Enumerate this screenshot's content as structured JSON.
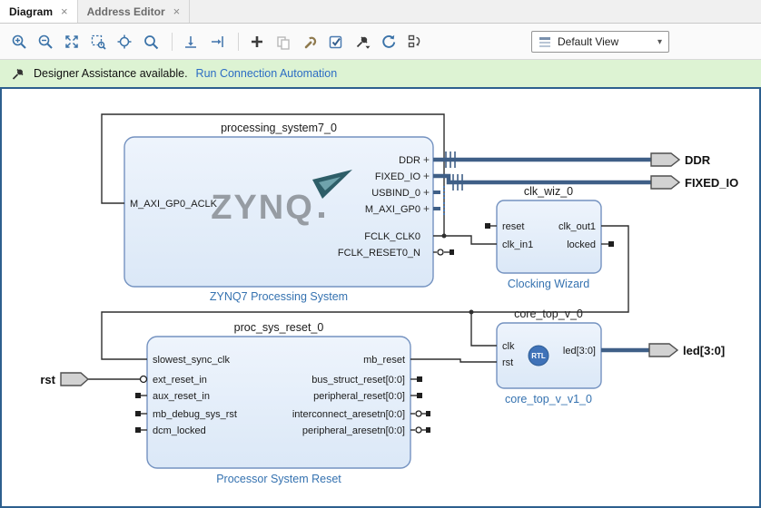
{
  "tabs": [
    {
      "label": "Diagram",
      "active": true
    },
    {
      "label": "Address Editor",
      "active": false
    }
  ],
  "toolbar": {
    "view_selector": "Default View"
  },
  "assistance": {
    "message": "Designer Assistance available.",
    "link": "Run Connection Automation"
  },
  "icons": {
    "close": "×",
    "chevron_down": "▾",
    "expander": "+"
  },
  "diagram": {
    "blocks": {
      "ps7": {
        "instance": "processing_system7_0",
        "type_label": "ZYNQ7 Processing System",
        "logo": "ZYNQ",
        "ports_left": [
          {
            "name": "M_AXI_GP0_ACLK"
          }
        ],
        "ports_right": [
          {
            "name": "DDR"
          },
          {
            "name": "FIXED_IO"
          },
          {
            "name": "USBIND_0"
          },
          {
            "name": "M_AXI_GP0"
          },
          {
            "name": "FCLK_CLK0"
          },
          {
            "name": "FCLK_RESET0_N"
          }
        ]
      },
      "clk_wiz": {
        "instance": "clk_wiz_0",
        "type_label": "Clocking Wizard",
        "ports_left": [
          {
            "name": "reset"
          },
          {
            "name": "clk_in1"
          }
        ],
        "ports_right": [
          {
            "name": "clk_out1"
          },
          {
            "name": "locked"
          }
        ]
      },
      "core": {
        "instance": "core_top_v_0",
        "type_label": "core_top_v_v1_0",
        "badge": "RTL",
        "ports_left": [
          {
            "name": "clk"
          },
          {
            "name": "rst"
          }
        ],
        "ports_right": [
          {
            "name": "led[3:0]"
          }
        ]
      },
      "proc_reset": {
        "instance": "proc_sys_reset_0",
        "type_label": "Processor System Reset",
        "ports_left": [
          {
            "name": "slowest_sync_clk"
          },
          {
            "name": "ext_reset_in"
          },
          {
            "name": "aux_reset_in"
          },
          {
            "name": "mb_debug_sys_rst"
          },
          {
            "name": "dcm_locked"
          }
        ],
        "ports_right": [
          {
            "name": "mb_reset"
          },
          {
            "name": "bus_struct_reset[0:0]"
          },
          {
            "name": "peripheral_reset[0:0]"
          },
          {
            "name": "interconnect_aresetn[0:0]"
          },
          {
            "name": "peripheral_aresetn[0:0]"
          }
        ]
      }
    },
    "external_ports": [
      {
        "name": "DDR",
        "direction": "output"
      },
      {
        "name": "FIXED_IO",
        "direction": "output"
      },
      {
        "name": "led[3:0]",
        "direction": "output"
      },
      {
        "name": "rst",
        "direction": "input"
      }
    ]
  },
  "colors": {
    "accent_blue": "#3572b0",
    "assist_green": "#ddf3d3",
    "canvas_border": "#2d5f8e"
  }
}
